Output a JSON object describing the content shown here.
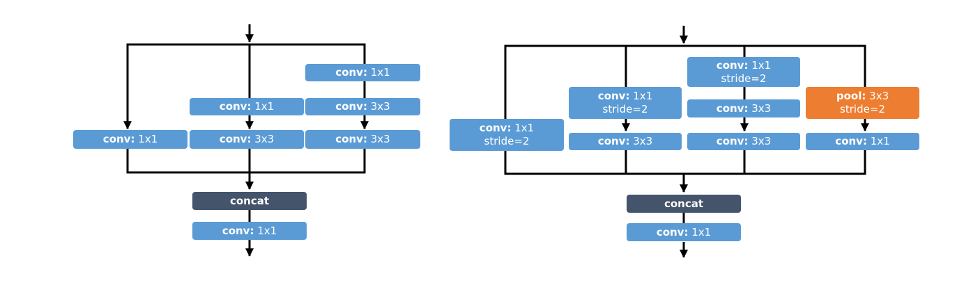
{
  "colors": {
    "conv": "#5b9bd5",
    "concat": "#44546a",
    "pool": "#ed7d31",
    "line": "#000000",
    "text": "#ffffff"
  },
  "left_block": {
    "branch1": {
      "op": "conv:",
      "kernel": "1x1"
    },
    "branch2": [
      {
        "op": "conv:",
        "kernel": "1x1"
      },
      {
        "op": "conv:",
        "kernel": "3x3"
      }
    ],
    "branch3": [
      {
        "op": "conv:",
        "kernel": "1x1"
      },
      {
        "op": "conv:",
        "kernel": "3x3"
      },
      {
        "op": "conv:",
        "kernel": "3x3"
      }
    ],
    "concat": {
      "label": "concat"
    },
    "output": {
      "op": "conv:",
      "kernel": "1x1"
    }
  },
  "right_block": {
    "branch1": {
      "op": "conv:",
      "kernel": "1x1",
      "stride": "stride=2"
    },
    "branch2": [
      {
        "op": "conv:",
        "kernel": "1x1",
        "stride": "stride=2"
      },
      {
        "op": "conv:",
        "kernel": "3x3"
      }
    ],
    "branch3": [
      {
        "op": "conv:",
        "kernel": "1x1",
        "stride": "stride=2"
      },
      {
        "op": "conv:",
        "kernel": "3x3"
      },
      {
        "op": "conv:",
        "kernel": "3x3"
      }
    ],
    "branch4": [
      {
        "op": "pool:",
        "kernel": "3x3",
        "stride": "stride=2"
      },
      {
        "op": "conv:",
        "kernel": "1x1"
      }
    ],
    "concat": {
      "label": "concat"
    },
    "output": {
      "op": "conv:",
      "kernel": "1x1"
    }
  }
}
